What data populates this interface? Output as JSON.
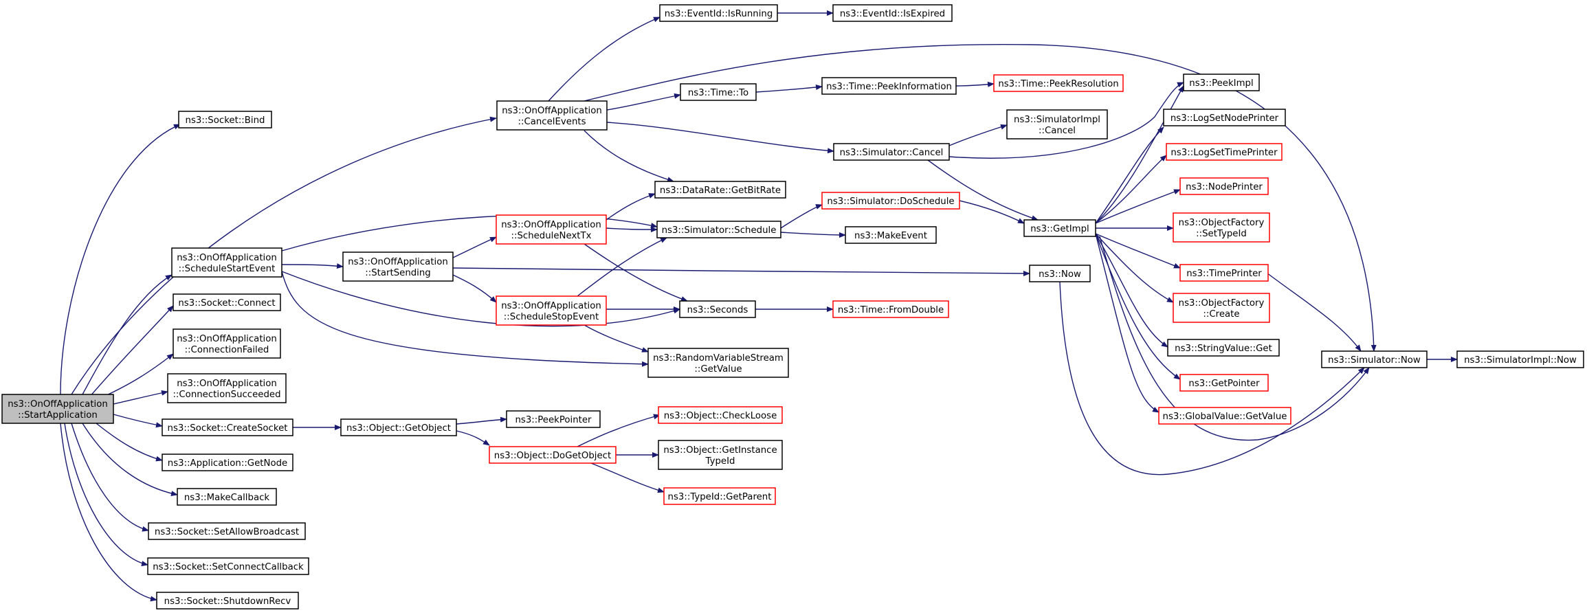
{
  "graph": {
    "title": "Call graph of ns3::OnOffApplication::StartApplication",
    "colors": {
      "edge": "#191970",
      "node_border": "#000000",
      "truncated_border": "#ff0000",
      "root_fill": "#bfbfbf",
      "background": "#ffffff"
    },
    "nodes": [
      {
        "id": "n0",
        "lines": [
          "ns3::OnOffApplication",
          "::StartApplication"
        ],
        "style": "root"
      },
      {
        "id": "n1",
        "lines": [
          "ns3::Socket::Bind"
        ],
        "style": "black"
      },
      {
        "id": "n2",
        "lines": [
          "ns3::OnOffApplication",
          "::CancelEvents"
        ],
        "style": "black"
      },
      {
        "id": "n3",
        "lines": [
          "ns3::OnOffApplication",
          "::ScheduleStartEvent"
        ],
        "style": "black"
      },
      {
        "id": "n4",
        "lines": [
          "ns3::Socket::Connect"
        ],
        "style": "black"
      },
      {
        "id": "n5",
        "lines": [
          "ns3::OnOffApplication",
          "::ConnectionFailed"
        ],
        "style": "black"
      },
      {
        "id": "n6",
        "lines": [
          "ns3::OnOffApplication",
          "::ConnectionSucceeded"
        ],
        "style": "black"
      },
      {
        "id": "n7",
        "lines": [
          "ns3::Socket::CreateSocket"
        ],
        "style": "black"
      },
      {
        "id": "n8",
        "lines": [
          "ns3::Application::GetNode"
        ],
        "style": "black"
      },
      {
        "id": "n9",
        "lines": [
          "ns3::MakeCallback"
        ],
        "style": "black"
      },
      {
        "id": "n10",
        "lines": [
          "ns3::Socket::SetAllowBroadcast"
        ],
        "style": "black"
      },
      {
        "id": "n11",
        "lines": [
          "ns3::Socket::SetConnectCallback"
        ],
        "style": "black"
      },
      {
        "id": "n12",
        "lines": [
          "ns3::Socket::ShutdownRecv"
        ],
        "style": "black"
      },
      {
        "id": "n13",
        "lines": [
          "ns3::OnOffApplication",
          "::StartSending"
        ],
        "style": "black"
      },
      {
        "id": "n14",
        "lines": [
          "ns3::Object::GetObject"
        ],
        "style": "black"
      },
      {
        "id": "n15",
        "lines": [
          "ns3::OnOffApplication",
          "::ScheduleNextTx"
        ],
        "style": "red"
      },
      {
        "id": "n16",
        "lines": [
          "ns3::OnOffApplication",
          "::ScheduleStopEvent"
        ],
        "style": "red"
      },
      {
        "id": "n17",
        "lines": [
          "ns3::PeekPointer"
        ],
        "style": "black"
      },
      {
        "id": "n18",
        "lines": [
          "ns3::Object::DoGetObject"
        ],
        "style": "red"
      },
      {
        "id": "n19",
        "lines": [
          "ns3::EventId::IsRunning"
        ],
        "style": "black"
      },
      {
        "id": "n20",
        "lines": [
          "ns3::Time::To"
        ],
        "style": "black"
      },
      {
        "id": "n21",
        "lines": [
          "ns3::DataRate::GetBitRate"
        ],
        "style": "black"
      },
      {
        "id": "n22",
        "lines": [
          "ns3::Simulator::Schedule"
        ],
        "style": "black"
      },
      {
        "id": "n23",
        "lines": [
          "ns3::Seconds"
        ],
        "style": "black"
      },
      {
        "id": "n24",
        "lines": [
          "ns3::RandomVariableStream",
          "::GetValue"
        ],
        "style": "black"
      },
      {
        "id": "n25",
        "lines": [
          "ns3::Object::CheckLoose"
        ],
        "style": "red"
      },
      {
        "id": "n26",
        "lines": [
          "ns3::Object::GetInstance",
          "TypeId"
        ],
        "style": "black"
      },
      {
        "id": "n27",
        "lines": [
          "ns3::TypeId::GetParent"
        ],
        "style": "red"
      },
      {
        "id": "n28",
        "lines": [
          "ns3::EventId::IsExpired"
        ],
        "style": "black"
      },
      {
        "id": "n29",
        "lines": [
          "ns3::Time::PeekInformation"
        ],
        "style": "black"
      },
      {
        "id": "n30",
        "lines": [
          "ns3::Simulator::Cancel"
        ],
        "style": "black"
      },
      {
        "id": "n31",
        "lines": [
          "ns3::Simulator::DoSchedule"
        ],
        "style": "red"
      },
      {
        "id": "n32",
        "lines": [
          "ns3::MakeEvent"
        ],
        "style": "black"
      },
      {
        "id": "n33",
        "lines": [
          "ns3::Time::FromDouble"
        ],
        "style": "red"
      },
      {
        "id": "n34",
        "lines": [
          "ns3::Time::PeekResolution"
        ],
        "style": "red"
      },
      {
        "id": "n35",
        "lines": [
          "ns3::SimulatorImpl",
          "::Cancel"
        ],
        "style": "black"
      },
      {
        "id": "n36",
        "lines": [
          "ns3::GetImpl"
        ],
        "style": "black"
      },
      {
        "id": "n37",
        "lines": [
          "ns3::Now"
        ],
        "style": "black"
      },
      {
        "id": "n38",
        "lines": [
          "ns3::PeekImpl"
        ],
        "style": "black"
      },
      {
        "id": "n39",
        "lines": [
          "ns3::LogSetNodePrinter"
        ],
        "style": "black"
      },
      {
        "id": "n40",
        "lines": [
          "ns3::LogSetTimePrinter"
        ],
        "style": "red"
      },
      {
        "id": "n41",
        "lines": [
          "ns3::NodePrinter"
        ],
        "style": "red"
      },
      {
        "id": "n42",
        "lines": [
          "ns3::ObjectFactory",
          "::SetTypeId"
        ],
        "style": "red"
      },
      {
        "id": "n43",
        "lines": [
          "ns3::TimePrinter"
        ],
        "style": "red"
      },
      {
        "id": "n44",
        "lines": [
          "ns3::ObjectFactory",
          "::Create"
        ],
        "style": "red"
      },
      {
        "id": "n45",
        "lines": [
          "ns3::StringValue::Get"
        ],
        "style": "black"
      },
      {
        "id": "n46",
        "lines": [
          "ns3::GetPointer"
        ],
        "style": "red"
      },
      {
        "id": "n47",
        "lines": [
          "ns3::GlobalValue::GetValue"
        ],
        "style": "red"
      },
      {
        "id": "n48",
        "lines": [
          "ns3::Simulator::Now"
        ],
        "style": "black"
      },
      {
        "id": "n49",
        "lines": [
          "ns3::SimulatorImpl::Now"
        ],
        "style": "black"
      }
    ]
  }
}
